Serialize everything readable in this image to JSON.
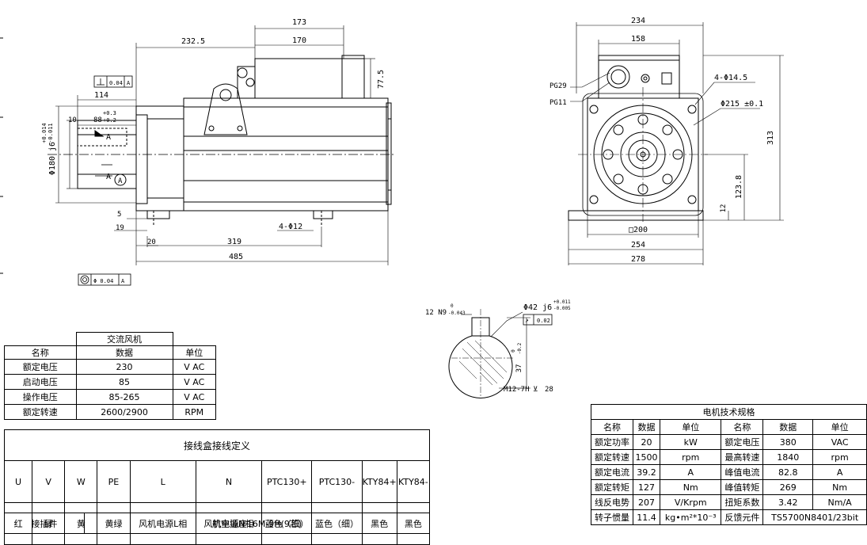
{
  "front": {
    "dim_173": "173",
    "dim_170": "170",
    "dim_232_5": "232.5",
    "dim_77_5": "77.5",
    "dim_114": "114",
    "perp_value": "0.04",
    "perp_ref": "A",
    "dim_10": "10",
    "dim_88": "88",
    "dim_88_tol_up": "+0.3",
    "dim_88_tol_lo": "+0.2",
    "label_A": "A",
    "dim_180": "Φ180 j6",
    "dim_180_tol_up": "+0.014",
    "dim_180_tol_lo": "-0.011",
    "datum_A": "A",
    "dim_5": "5",
    "dim_19": "19",
    "dim_20": "20",
    "dim_319": "319",
    "dim_485": "485",
    "holes": "4-Φ12",
    "conc_value": "Φ 0.04",
    "conc_ref": "A"
  },
  "side": {
    "dim_234": "234",
    "dim_158": "158",
    "pg29": "PG29",
    "pg11": "PG11",
    "holes": "4-Φ14.5",
    "dim_215": "Φ215 ±0.1",
    "dim_313": "313",
    "dim_123_8": "123.8",
    "dim_12": "12",
    "dim_200": "□200",
    "dim_254": "254",
    "dim_278": "278"
  },
  "shaft": {
    "key": "12 N9",
    "key_tol_up": "0",
    "key_tol_lo": "-0.043",
    "dia": "Φ42 j6",
    "dia_tol_up": "+0.011",
    "dia_tol_lo": "-0.005",
    "runout": "0.02",
    "depth": "37",
    "depth_tol_up": "0",
    "depth_tol_lo": "-0.2",
    "thread": "M12-7H",
    "thread_depth": "28"
  },
  "fan_table": {
    "title": "交流风机",
    "headers": [
      "名称",
      "数据",
      "单位"
    ],
    "rows": [
      [
        "额定电压",
        "230",
        "V AC"
      ],
      [
        "启动电压",
        "85",
        "V AC"
      ],
      [
        "操作电压",
        "85-265",
        "V AC"
      ],
      [
        "额定转速",
        "2600/2900",
        "RPM"
      ]
    ]
  },
  "terminal_table": {
    "title": "接线盒接线定义",
    "pins": [
      "U",
      "V",
      "W",
      "PE",
      "L",
      "N",
      "PTC130+",
      "PTC130-",
      "KTY84+",
      "KTY84-"
    ],
    "colors": [
      "红",
      "绿",
      "黄",
      "黄绿",
      "风机电源L相",
      "风机电源N相",
      "蓝色（细）",
      "蓝色（细）",
      "黑色",
      "黑色"
    ]
  },
  "connector_table": {
    "label": "接插件",
    "value": "航空插座16M-9H(9芯)"
  },
  "spec_table": {
    "title": "电机技术规格",
    "headers": [
      "名称",
      "数据",
      "单位",
      "名称",
      "数据",
      "单位"
    ],
    "rows": [
      [
        "额定功率",
        "20",
        "kW",
        "额定电压",
        "380",
        "VAC"
      ],
      [
        "额定转速",
        "1500",
        "rpm",
        "最高转速",
        "1840",
        "rpm"
      ],
      [
        "额定电流",
        "39.2",
        "A",
        "峰值电流",
        "82.8",
        "A"
      ],
      [
        "额定转矩",
        "127",
        "Nm",
        "峰值转矩",
        "269",
        "Nm"
      ],
      [
        "线反电势",
        "207",
        "V/Krpm",
        "扭矩系数",
        "3.42",
        "Nm/A"
      ],
      [
        "转子惯量",
        "11.4",
        "kg•m²*10⁻³",
        "反馈元件",
        "TS5700N8401/23bit",
        ""
      ]
    ]
  }
}
